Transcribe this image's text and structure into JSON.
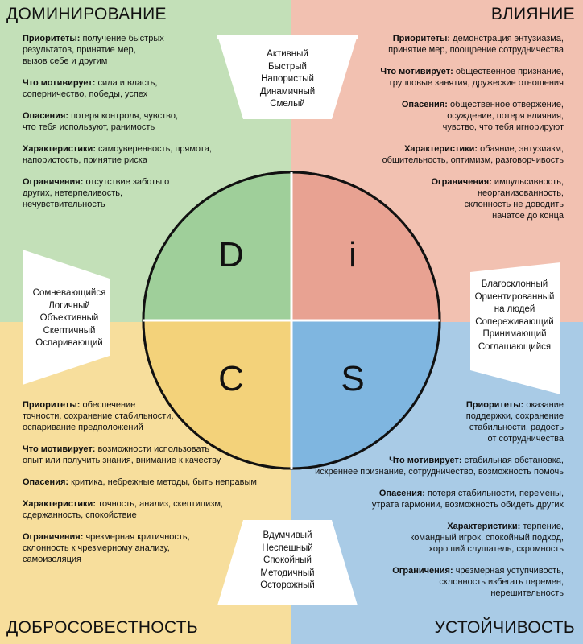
{
  "colors": {
    "d_panel": "#c3e0b8",
    "i_panel": "#f2c1b1",
    "c_panel": "#f7de9c",
    "s_panel": "#a9cbe6",
    "d_quad": "#9fcf9a",
    "i_quad": "#e8a292",
    "c_quad": "#f3d27a",
    "s_quad": "#7fb6e0"
  },
  "quadrants": {
    "d": {
      "title": "ДОМИНИРОВАНИЕ",
      "letter": "D"
    },
    "i": {
      "title": "ВЛИЯНИЕ",
      "letter": "i"
    },
    "c": {
      "title": "ДОБРОСОВЕСТНОСТЬ",
      "letter": "C"
    },
    "s": {
      "title": "УСТОЙЧИВОСТЬ",
      "letter": "S"
    }
  },
  "d_block": [
    {
      "label": "Приоритеты:",
      "text": "получение быстрых",
      "lines": [
        "результатов, принятие мер,",
        "вызов себе и другим"
      ]
    },
    {
      "label": "Что мотивирует:",
      "text": "сила и власть,",
      "lines": [
        "соперничество, победы, успех"
      ]
    },
    {
      "label": "Опасения:",
      "text": "потеря контроля, чувство,",
      "lines": [
        "что тебя используют, ранимость"
      ]
    },
    {
      "label": "Характеристики:",
      "text": "самоуверенность, прямота,",
      "lines": [
        "напористость, принятие риска"
      ]
    },
    {
      "label": "Ограничения:",
      "text": "отсутствие заботы о",
      "lines": [
        "других, нетерпеливость,",
        "нечувствительность"
      ]
    }
  ],
  "i_block": [
    {
      "label": "Приоритеты:",
      "text": "демонстрация энтузиазма,",
      "lines": [
        "принятие мер, поощрение сотрудничества"
      ]
    },
    {
      "label": "Что мотивирует:",
      "text": "общественное признание,",
      "lines": [
        "групповые занятия, дружеские отношения"
      ]
    },
    {
      "label": "Опасения:",
      "text": "общественное отвержение,",
      "lines": [
        "осуждение, потеря влияния,",
        "чувство, что тебя игнорируют"
      ]
    },
    {
      "label": "Характеристики:",
      "text": "обаяние, энтузиазм,",
      "lines": [
        "общительность, оптимизм, разговорчивость"
      ]
    },
    {
      "label": "Ограничения:",
      "text": "импульсивность,",
      "lines": [
        "неорганизованность,",
        "склонность не доводить",
        "начатое до конца"
      ]
    }
  ],
  "c_block": [
    {
      "label": "Приоритеты:",
      "text": "обеспечение",
      "lines": [
        "точности, сохранение стабильности,",
        "оспаривание предположений"
      ]
    },
    {
      "label": "Что мотивирует:",
      "text": "возможности использовать",
      "lines": [
        "опыт или получить знания, внимание к качеству"
      ]
    },
    {
      "label": "Опасения:",
      "text": "критика, небрежные методы, быть неправым",
      "lines": []
    },
    {
      "label": "Характеристики:",
      "text": "точность, анализ, скептицизм,",
      "lines": [
        "сдержанность, спокойствие"
      ]
    },
    {
      "label": "Ограничения:",
      "text": "чрезмерная критичность,",
      "lines": [
        "склонность к чрезмерному анализу,",
        "самоизоляция"
      ]
    }
  ],
  "s_block": [
    {
      "label": "Приоритеты:",
      "text": "оказание",
      "lines": [
        "поддержки, сохранение",
        "стабильности, радость",
        "от сотрудничества"
      ]
    },
    {
      "label": "Что мотивирует:",
      "text": "стабильная обстановка,",
      "lines": [
        "искреннее признание, сотрудничество, возможность помочь"
      ]
    },
    {
      "label": "Опасения:",
      "text": "потеря стабильности, перемены,",
      "lines": [
        "утрата гармонии, возможность обидеть других"
      ]
    },
    {
      "label": "Характеристики:",
      "text": "терпение,",
      "lines": [
        "командный игрок, спокойный подход,",
        "хороший слушатель, скромность"
      ]
    },
    {
      "label": "Ограничения:",
      "text": "чрезмерная уступчивость,",
      "lines": [
        "склонность избегать перемен,",
        "нерешительность"
      ]
    }
  ],
  "adjectives": {
    "top": [
      "Активный",
      "Быстрый",
      "Напористый",
      "Динамичный",
      "Смелый"
    ],
    "right": [
      "Благосклонный",
      "Ориентированный",
      "на людей",
      "Сопереживающий",
      "Принимающий",
      "Соглашающийся"
    ],
    "bottom": [
      "Вдумчивый",
      "Неспешный",
      "Спокойный",
      "Методичный",
      "Осторожный"
    ],
    "left": [
      "Сомневающийся",
      "Логичный",
      "Объективный",
      "Скептичный",
      "Оспаривающий"
    ]
  }
}
